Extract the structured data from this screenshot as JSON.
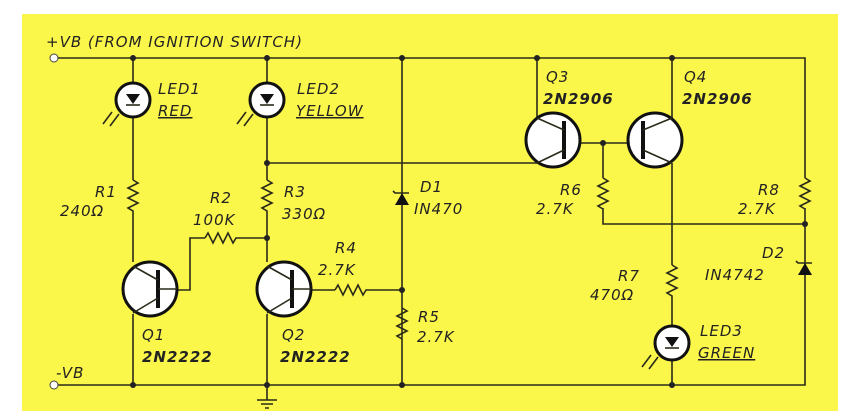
{
  "colors": {
    "background": "#fbf64a",
    "ink": "#222222"
  },
  "supply": {
    "positive": "+VB (FROM IGNITION SWITCH)",
    "negative": "-VB"
  },
  "components": {
    "led1": {
      "ref": "LED1",
      "value": "RED"
    },
    "led2": {
      "ref": "LED2",
      "value": "YELLOW"
    },
    "led3": {
      "ref": "LED3",
      "value": "GREEN"
    },
    "r1": {
      "ref": "R1",
      "value": "240Ω"
    },
    "r2": {
      "ref": "R2",
      "value": "100K"
    },
    "r3": {
      "ref": "R3",
      "value": "330Ω"
    },
    "r4": {
      "ref": "R4",
      "value": "2.7K"
    },
    "r5": {
      "ref": "R5",
      "value": "2.7K"
    },
    "r6": {
      "ref": "R6",
      "value": "2.7K"
    },
    "r7": {
      "ref": "R7",
      "value": "470Ω"
    },
    "r8": {
      "ref": "R8",
      "value": "2.7K"
    },
    "d1": {
      "ref": "D1",
      "value": "IN470"
    },
    "d2": {
      "ref": "D2",
      "value": "IN4742"
    },
    "q1": {
      "ref": "Q1",
      "value": "2N2222"
    },
    "q2": {
      "ref": "Q2",
      "value": "2N2222"
    },
    "q3": {
      "ref": "Q3",
      "value": "2N2906"
    },
    "q4": {
      "ref": "Q4",
      "value": "2N2906"
    }
  }
}
